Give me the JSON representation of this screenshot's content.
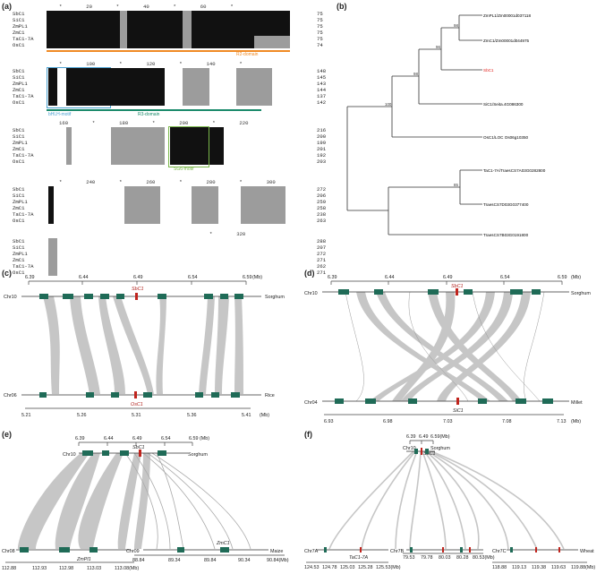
{
  "panel_labels": {
    "a": "(a)",
    "b": "(b)",
    "c": "(c)",
    "d": "(d)",
    "e": "(e)",
    "f": "(f)"
  },
  "alignment": {
    "blocks": [
      {
        "ruler": "*        20        *        40        *        60        *",
        "rows": [
          {
            "name": "SbC1",
            "num": "75"
          },
          {
            "name": "SiC1",
            "num": "75"
          },
          {
            "name": "ZmPL1",
            "num": "75"
          },
          {
            "name": "ZmC1",
            "num": "75"
          },
          {
            "name": "TaC1-7A",
            "num": "75"
          },
          {
            "name": "OsC1",
            "num": "74"
          }
        ],
        "motif": "R2-domain"
      },
      {
        "ruler": "*        100        *        120        *        140        *",
        "rows": [
          {
            "name": "SbC1",
            "num": "148"
          },
          {
            "name": "SiC1",
            "num": "145"
          },
          {
            "name": "ZmPL1",
            "num": "143"
          },
          {
            "name": "ZmC1",
            "num": "144"
          },
          {
            "name": "TaC1-7A",
            "num": "137"
          },
          {
            "name": "OsC1",
            "num": "142"
          }
        ],
        "motifs": [
          "bHLH-motif",
          "R3-domain"
        ]
      },
      {
        "ruler": "160        *        180        *        200        *        220",
        "rows": [
          {
            "name": "SbC1",
            "num": "216"
          },
          {
            "name": "SiC1",
            "num": "200"
          },
          {
            "name": "ZmPL1",
            "num": "199"
          },
          {
            "name": "ZmC1",
            "num": "201"
          },
          {
            "name": "TaC1-7A",
            "num": "192"
          },
          {
            "name": "OsC1",
            "num": "203"
          }
        ],
        "motif": "SG6-motif"
      },
      {
        "ruler": "*        240        *        260        *        280        *        300",
        "rows": [
          {
            "name": "SbC1",
            "num": "272"
          },
          {
            "name": "SiC1",
            "num": "206"
          },
          {
            "name": "ZmPL1",
            "num": "259"
          },
          {
            "name": "ZmC1",
            "num": "258"
          },
          {
            "name": "TaC1-7A",
            "num": "238"
          },
          {
            "name": "OsC1",
            "num": "263"
          }
        ]
      },
      {
        "ruler": "*        320",
        "rows": [
          {
            "name": "SbC1",
            "num": "288"
          },
          {
            "name": "SiC1",
            "num": "207"
          },
          {
            "name": "ZmPL1",
            "num": "272"
          },
          {
            "name": "ZmC1",
            "num": "271"
          },
          {
            "name": "TaC1-7A",
            "num": "262"
          },
          {
            "name": "OsC1",
            "num": "271"
          }
        ]
      }
    ]
  },
  "tree": {
    "leaves": [
      {
        "label": "ZmPL1/Zm00001d037118",
        "color": "#000000"
      },
      {
        "label": "ZmC1/Zm00001d044975",
        "color": "#000000"
      },
      {
        "label": "SbC1",
        "color": "#e0201b"
      },
      {
        "label": "SiC1/Seita.4G086300",
        "color": "#000000"
      },
      {
        "label": "OsC1/LOC Os06g10350",
        "color": "#000000"
      },
      {
        "label": "TaC1-7A/TraesCS7A03G0282800",
        "color": "#000000"
      },
      {
        "label": "TraesCS7D03G0377400",
        "color": "#000000"
      },
      {
        "label": "TraesCS7B03G0191800",
        "color": "#000000"
      }
    ],
    "bootstraps": [
      "98",
      "96",
      "98",
      "100",
      "85"
    ]
  },
  "synteny": {
    "c": {
      "top_ticks": [
        "6.39",
        "6.44",
        "6.49",
        "6.54",
        "6.59"
      ],
      "top_unit": "(Mb)",
      "top_chr": "Chr10",
      "top_species": "Sorghum",
      "top_gene": "SbC1",
      "bot_chr": "Chr06",
      "bot_species": "Rice",
      "bot_gene": "OsC1",
      "bot_ticks": [
        "5.21",
        "5.26",
        "5.31",
        "5.36",
        "5.41"
      ],
      "bot_unit": "(Mb)"
    },
    "d": {
      "top_ticks": [
        "6.39",
        "6.44",
        "6.49",
        "6.54",
        "6.59"
      ],
      "top_unit": "(Mb)",
      "top_chr": "Chr10",
      "top_species": "Sorghum",
      "top_gene": "SbC1",
      "bot_chr": "Chr04",
      "bot_species": "Millet",
      "bot_gene": "SiC1",
      "bot_ticks": [
        "6.93",
        "6.98",
        "7.03",
        "7.08",
        "7.13"
      ],
      "bot_unit": "(Mb)"
    },
    "e": {
      "top_ticks": [
        "6.39",
        "6.44",
        "6.49",
        "6.54",
        "6.59"
      ],
      "top_unit": "(Mb)",
      "top_chr": "Chr10",
      "top_species": "Sorghum",
      "top_gene": "SbC1",
      "bot_chr1": "Chr08",
      "bot_chr2": "Chr09",
      "bot_species": "Maize",
      "bot_gene1": "ZmPl1",
      "bot_gene2": "ZmC1",
      "bot_ticks1": [
        "112.88",
        "112.93",
        "112.98",
        "113.03",
        "113.08(Mb)"
      ],
      "bot_ticks2": [
        "88.84",
        "89.34",
        "89.84",
        "90.34",
        "90.84(Mb)"
      ]
    },
    "f": {
      "top_ticks": [
        "6.39",
        "6.49",
        "6.59(Mb)"
      ],
      "top_chr": "Chr10",
      "top_species": "Sorghum",
      "top_gene": "SbC1",
      "bot_chr1": "Chr7A",
      "bot_chr2": "Chr7B",
      "bot_chr3": "Chr7C",
      "bot_species": "Wheat",
      "bot_gene1": "TaC1-7A",
      "bot_ticks1": [
        "124.53",
        "124.78",
        "125.03",
        "125.28",
        "125.53(Mb)"
      ],
      "bot_ticks2": [
        "79.53",
        "79.78",
        "80.03",
        "80.28",
        "80.53(Mb)"
      ],
      "bot_ticks3": [
        "118.88",
        "119.13",
        "119.38",
        "119.63",
        "119.88(Mb)"
      ]
    }
  }
}
